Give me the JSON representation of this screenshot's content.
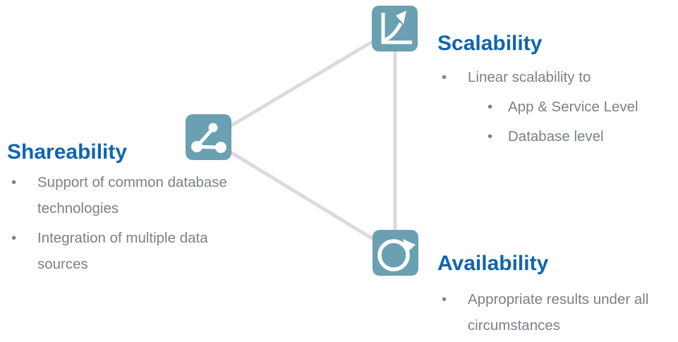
{
  "bullet_char": "•",
  "colors": {
    "icon_teal": "#6AA0B2",
    "heading_blue": "#1164AE",
    "body_gray": "#7C8186",
    "connector_gray": "#DBDBDB",
    "background": "#FFFFFF"
  },
  "connector": {
    "shape": "triangle"
  },
  "nodes": [
    {
      "id": "scalability",
      "title": "Scalability",
      "icon": "growth-chart-icon",
      "bullets": [
        {
          "level": 1,
          "text": "Linear scalability to"
        },
        {
          "level": 2,
          "text": "App & Service Level"
        },
        {
          "level": 2,
          "text": "Database level"
        }
      ]
    },
    {
      "id": "shareability",
      "title": "Shareability",
      "icon": "share-nodes-icon",
      "bullets": [
        {
          "level": 1,
          "text": "Support of common database technologies"
        },
        {
          "level": 1,
          "text": "Integration of multiple data sources"
        }
      ]
    },
    {
      "id": "availability",
      "title": "Availability",
      "icon": "refresh-arrow-icon",
      "bullets": [
        {
          "level": 1,
          "text": "Appropriate results under all circumstances"
        }
      ]
    }
  ]
}
